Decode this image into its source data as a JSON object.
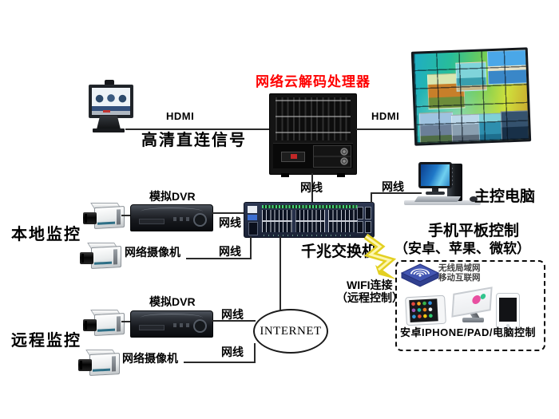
{
  "diagram": {
    "title": "网络云解码处理器",
    "nodes": {
      "main_pc": "主控电脑",
      "gigabit_switch": "千兆交换机",
      "local_monitoring": "本地监控",
      "remote_monitoring": "远程监控",
      "internet": "INTERNET",
      "local_dvr": "模拟DVR",
      "local_ipc": "网络摄像机",
      "remote_dvr": "模拟DVR",
      "remote_ipc": "网络摄像机"
    },
    "links": {
      "hdmi_in": "HDMI",
      "hdmi_in_caption": "高清直连信号",
      "hdmi_out": "HDMI",
      "decoder_cable": "网线",
      "pc_cable": "网线",
      "local_dvr_cable": "网线",
      "local_ipc_cable": "网线",
      "remote_dvr_cable": "网线",
      "remote_ipc_cable": "网线",
      "wifi": "WIFI连接",
      "wifi_caption": "（远程控制）"
    },
    "mobile_panel": {
      "title": "手机平板控制",
      "subtitle": "（安卓、苹果、微软）",
      "network_line1": "无线局域网",
      "network_line2": "移动互联网",
      "caption": "安卓IPHONE/PAD/电脑控制"
    },
    "icons": {
      "video_conference_terminal": "css-shape",
      "decoder_chassis": "css-shape",
      "video_wall": "css-shape",
      "gigabit_switch": "css-shape",
      "desktop_computer": "css-shape",
      "box_camera": "css-shape",
      "dvr_recorder": "css-shape",
      "internet_cloud": "ellipse",
      "lightning_bolt": "svg-zigzag",
      "wifi_router": "svg-3d-box",
      "tablet": "css-shape",
      "touch_kiosk": "css-shape",
      "smartphone": "css-shape"
    },
    "colors": {
      "title_red": "#FE0000",
      "lightning_yellow": "#E3D022",
      "router_blue": "#4356B2",
      "switch_navy": "#232E47",
      "text_black": "#000000"
    }
  }
}
